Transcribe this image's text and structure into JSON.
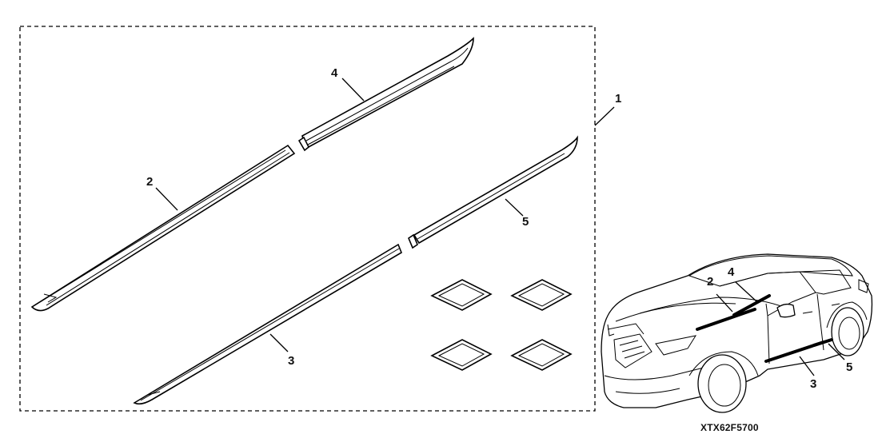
{
  "callouts": {
    "kit": "1",
    "part_2": "2",
    "part_3": "3",
    "part_4": "4",
    "part_5": "5",
    "car_2": "2",
    "car_3": "3",
    "car_4": "4",
    "car_5": "5"
  },
  "diagram_code": "XTX62F5700"
}
